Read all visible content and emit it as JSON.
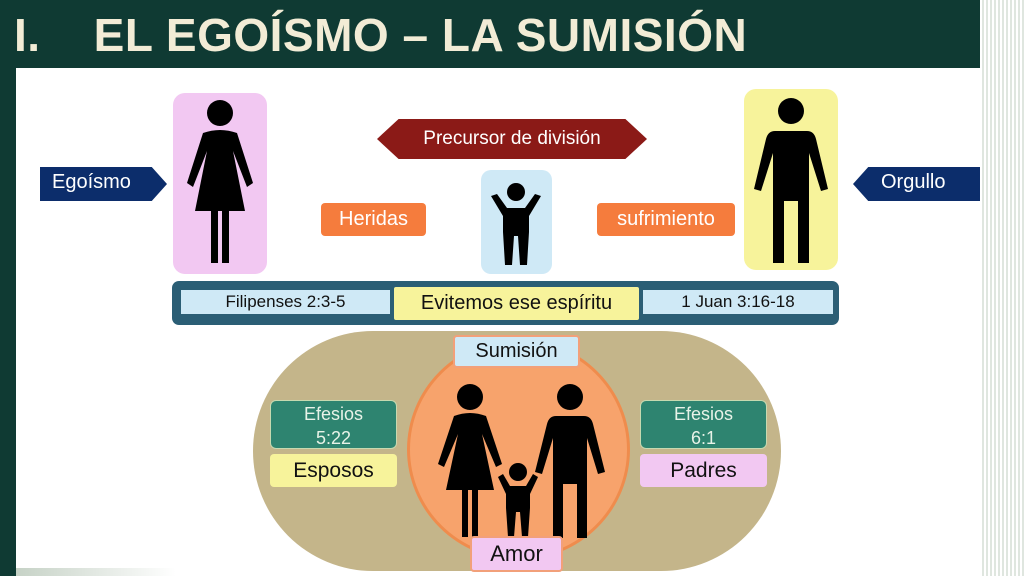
{
  "slide": {
    "title": "I.    EL EGOÍSMO – LA SUMISIÓN"
  },
  "top_section": {
    "left_arrow": "Egoísmo",
    "right_arrow": "Orgullo",
    "division_arrow": "Precursor de división",
    "left_tag": "Heridas",
    "right_tag": "sufrimiento"
  },
  "verse_bar": {
    "left": "Filipenses 2:3-5",
    "middle": "Evitemos ese espíritu",
    "right": "1 Juan 3:16-18"
  },
  "family_section": {
    "top_label": "Sumisión",
    "bottom_label": "Amor",
    "left_verse": [
      "Efesios",
      "5:22"
    ],
    "right_verse": [
      "Efesios",
      "6:1"
    ],
    "left_label": "Esposos",
    "right_label": "Padres"
  },
  "colors": {
    "title_bar": "#0f3a33",
    "arrow_blue": "#0c2d6b",
    "arrow_red": "#8b1a17",
    "tag_orange": "#f57c3d",
    "verse_bar": "#2b5e75",
    "green_tag": "#2e8470",
    "pink": "#f2c8f2",
    "yellow": "#f7f39b",
    "light_blue": "#cfe9f6",
    "pill_tan": "#c4b58a",
    "circle_orange": "#f7a36c"
  },
  "icons": [
    "woman-figure-icon",
    "man-figure-icon",
    "child-figure-icon",
    "family-figure-icon"
  ]
}
